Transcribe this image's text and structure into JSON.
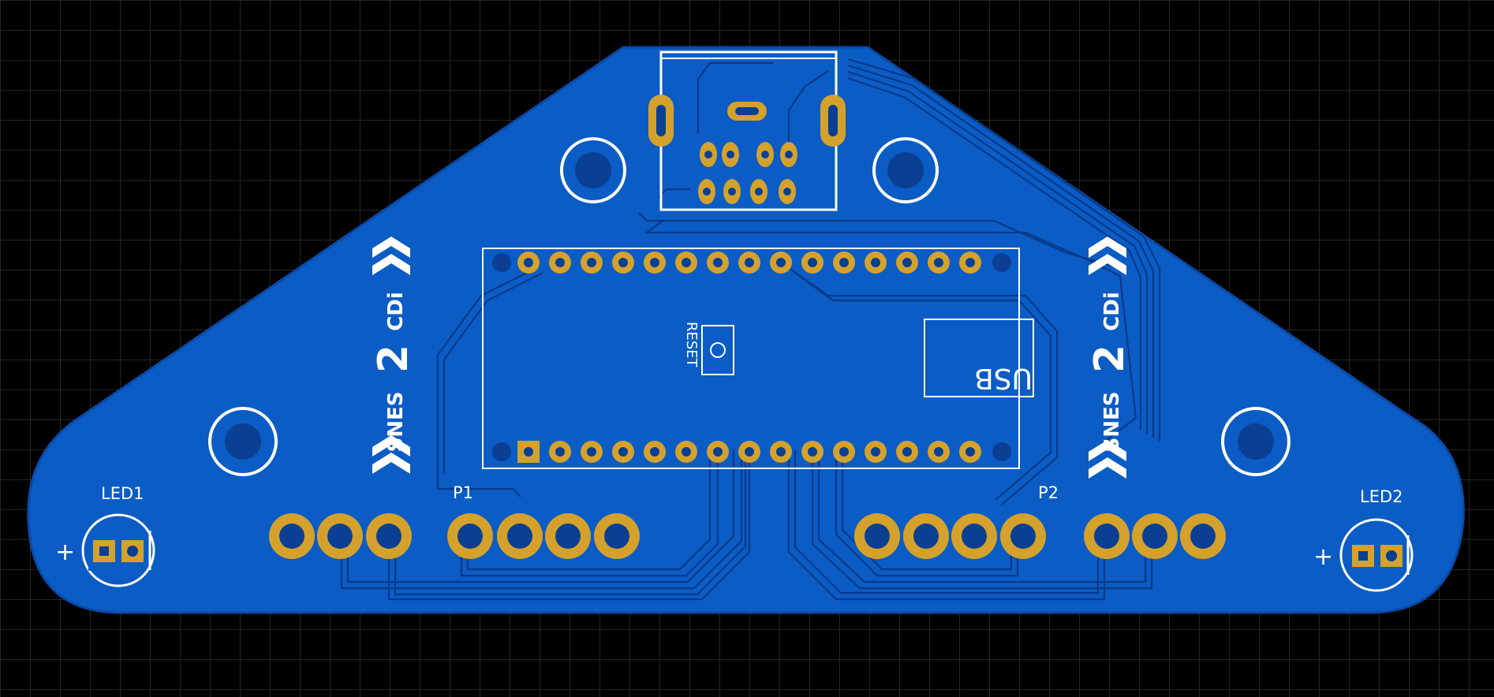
{
  "colors": {
    "background": "#000000",
    "grid": "#4a4a4a",
    "board": "#0b5cc4",
    "board_edge": "#0a4aa8",
    "trace": "#0a3f93",
    "silkscreen": "#ffffff",
    "copper": "#d4a22c",
    "hole": "#0a3f93"
  },
  "labels": {
    "led1": "LED1",
    "led2": "LED2",
    "p1": "P1",
    "p2": "P2",
    "reset": "RESET",
    "usb": "USB",
    "plus_left": "+",
    "plus_right": "+",
    "brand_word": "SNES",
    "brand_num": "2",
    "brand_tail": "CDi"
  },
  "components": {
    "led_count": 2,
    "controller_ports": [
      "P1",
      "P2"
    ],
    "mcu_header_pins_per_row": 15
  }
}
